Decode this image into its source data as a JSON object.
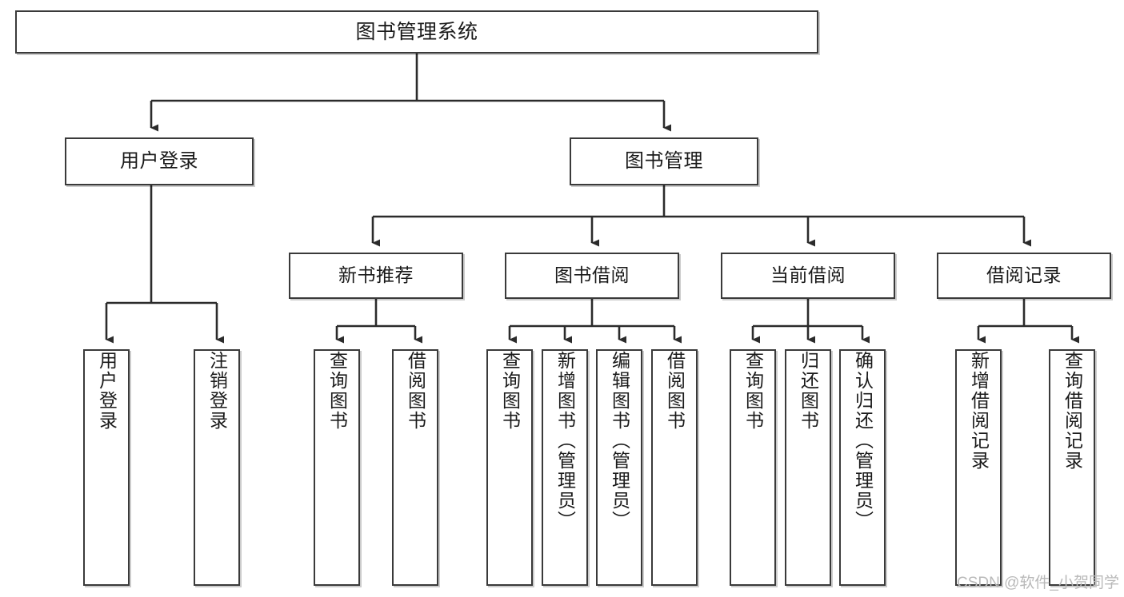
{
  "diagram": {
    "type": "tree-hierarchy",
    "title": "图书管理系统",
    "watermark": "CSDN @软件_小贺同学",
    "colors": {
      "box_border": "#3a3a3a",
      "box_fill": "#ffffff",
      "connector": "#2b2b2b",
      "text": "#1a1a1a",
      "watermark": "#b9b9b9"
    },
    "nodes": {
      "root": {
        "label": "图书管理系统"
      },
      "level2": [
        {
          "label": "用户登录"
        },
        {
          "label": "图书管理"
        }
      ],
      "level3": [
        {
          "label": "新书推荐"
        },
        {
          "label": "图书借阅"
        },
        {
          "label": "当前借阅"
        },
        {
          "label": "借阅记录"
        }
      ],
      "leaves": [
        {
          "label": "用户登录",
          "parent": "用户登录"
        },
        {
          "label": "注销登录",
          "parent": "用户登录"
        },
        {
          "label": "查询图书",
          "parent": "新书推荐"
        },
        {
          "label": "借阅图书",
          "parent": "新书推荐"
        },
        {
          "label": "查询图书",
          "parent": "图书借阅"
        },
        {
          "label": "新增图书（管理员）",
          "parent": "图书借阅"
        },
        {
          "label": "编辑图书（管理员）",
          "parent": "图书借阅"
        },
        {
          "label": "借阅图书",
          "parent": "图书借阅"
        },
        {
          "label": "查询图书",
          "parent": "当前借阅"
        },
        {
          "label": "归还图书",
          "parent": "当前借阅"
        },
        {
          "label": "确认归还（管理员）",
          "parent": "当前借阅"
        },
        {
          "label": "新增借阅记录",
          "parent": "借阅记录"
        },
        {
          "label": "查询借阅记录",
          "parent": "借阅记录"
        }
      ]
    }
  }
}
